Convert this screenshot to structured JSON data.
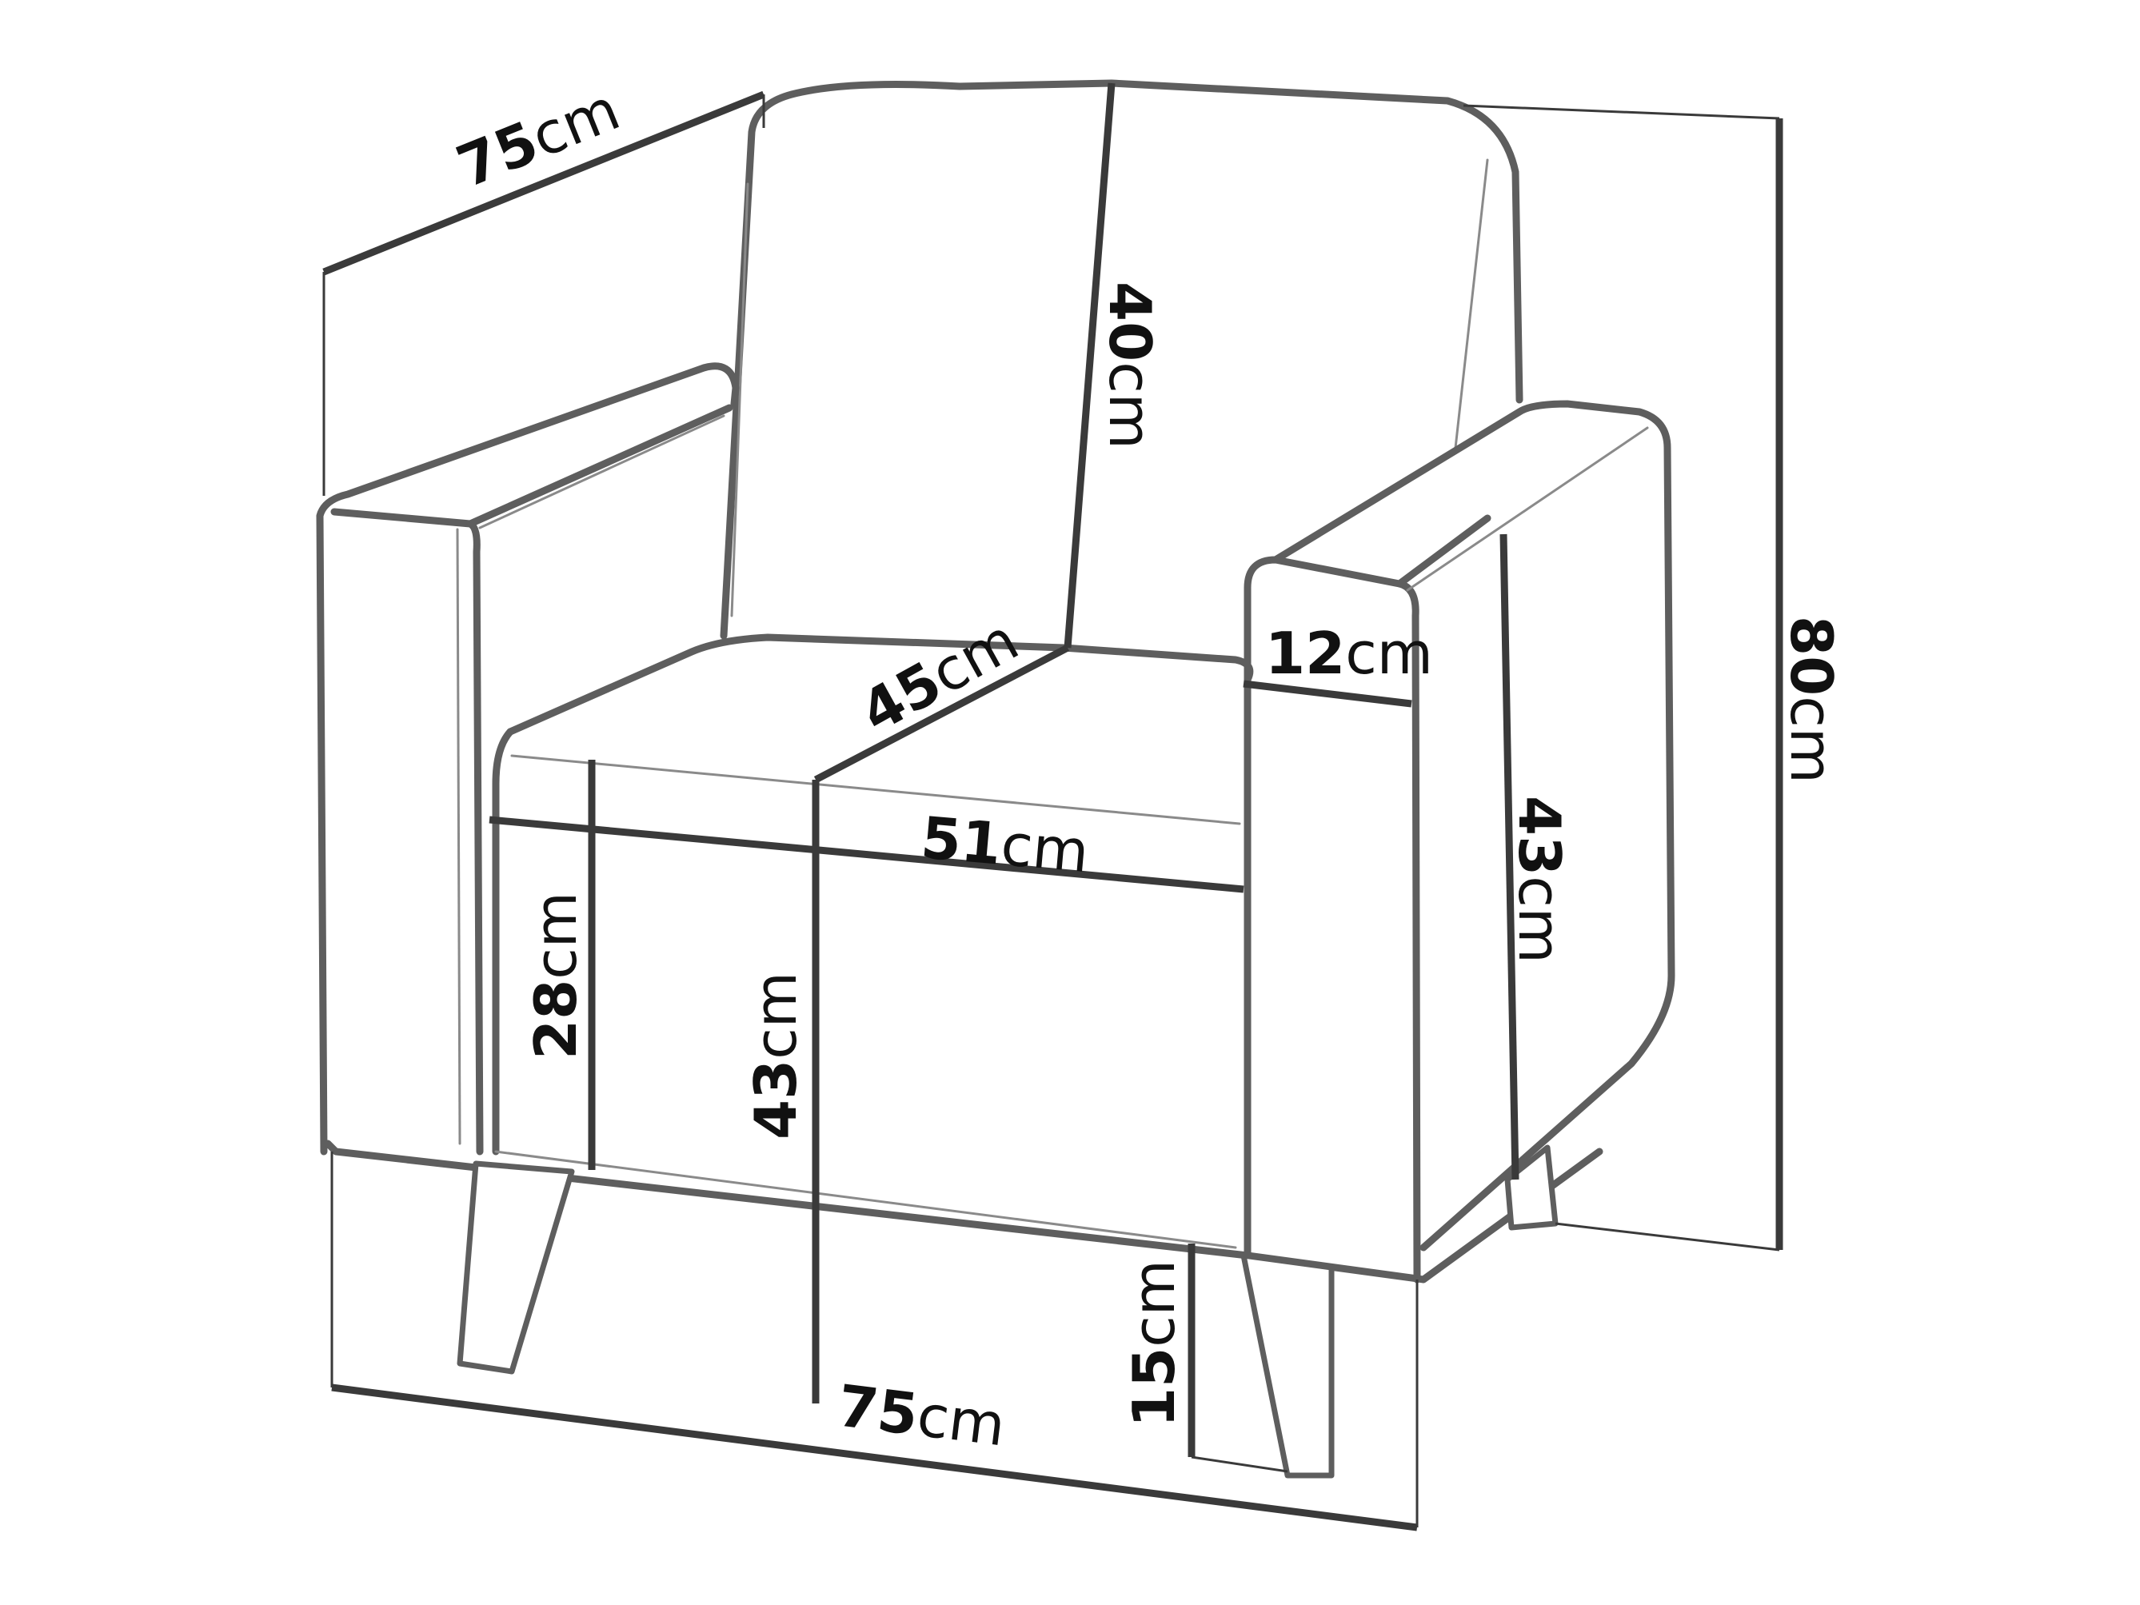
{
  "diagram": {
    "dimensions": {
      "top_depth": {
        "value": "75",
        "unit": "cm"
      },
      "backrest_height": {
        "value": "40",
        "unit": "cm"
      },
      "total_height": {
        "value": "80",
        "unit": "cm"
      },
      "seat_depth": {
        "value": "45",
        "unit": "cm"
      },
      "arm_width": {
        "value": "12",
        "unit": "cm"
      },
      "seat_width": {
        "value": "51",
        "unit": "cm"
      },
      "arm_height": {
        "value": "43",
        "unit": "cm"
      },
      "base_height": {
        "value": "28",
        "unit": "cm"
      },
      "seat_height": {
        "value": "43",
        "unit": "cm"
      },
      "leg_height": {
        "value": "15",
        "unit": "cm"
      },
      "total_width": {
        "value": "75",
        "unit": "cm"
      }
    },
    "colors": {
      "outline": "#5e5e5e",
      "dimension_line": "#3a3a3a",
      "text": "#111111",
      "background": "#ffffff"
    }
  }
}
